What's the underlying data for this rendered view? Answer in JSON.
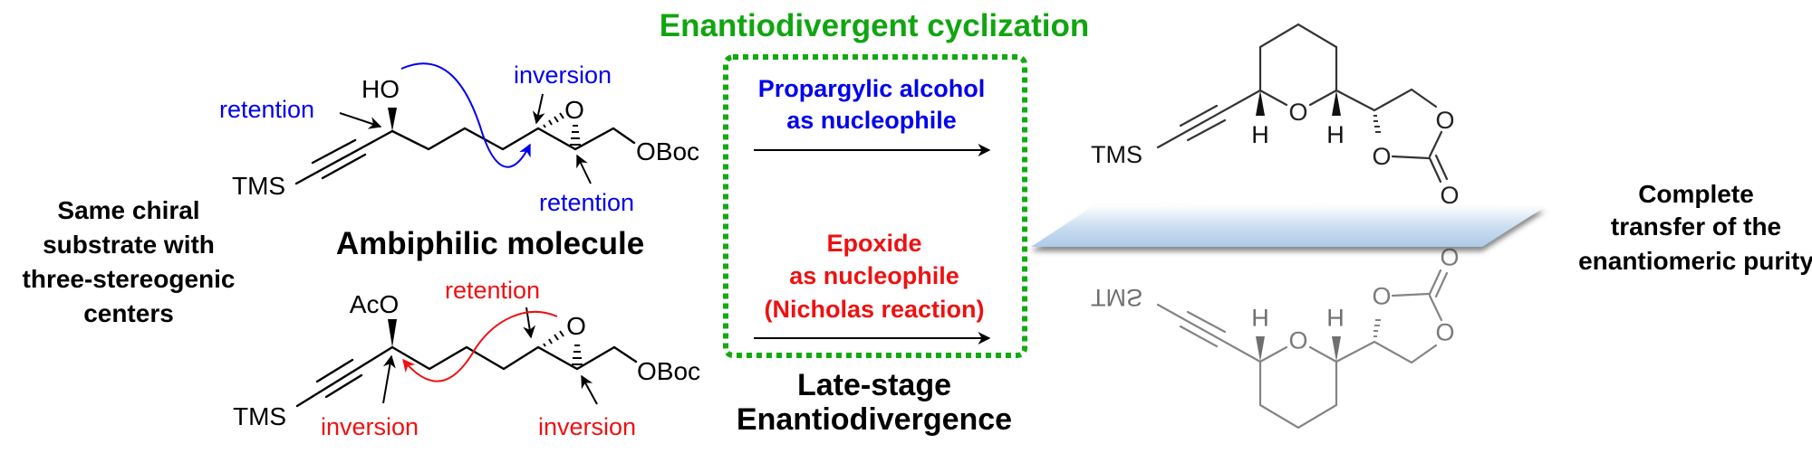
{
  "title": "Enantiodivergent cyclization",
  "colors": {
    "title_green": "#11a511",
    "blue": "#0000ee",
    "red": "#ee1111",
    "box_border": "#11aa11",
    "plane_blue": "#b3cfea",
    "reflection_gray": "#7a7a7a"
  },
  "left_caption": [
    "Same chiral",
    "substrate with",
    "three-stereogenic",
    "centers"
  ],
  "top_molecule": {
    "label": "Ambiphilic molecule",
    "atoms": {
      "hydroxyl": "HO",
      "epoxide_oxygen": "O",
      "ester": "OBoc",
      "silyl": "TMS"
    },
    "annotations": {
      "propargylic_center": "retention",
      "epoxide_proximal": "inversion",
      "epoxide_distal": "retention"
    }
  },
  "bottom_molecule": {
    "atoms": {
      "acetoxy": "AcO",
      "epoxide_oxygen": "O",
      "ester": "OBoc",
      "silyl": "TMS"
    },
    "annotations": {
      "propargylic_center": "inversion",
      "epoxide_proximal": "retention",
      "epoxide_distal": "inversion"
    }
  },
  "box": {
    "upper_condition": [
      "Propargylic alcohol",
      "as nucleophile"
    ],
    "lower_condition": [
      "Epoxide",
      "as nucleophile",
      "(Nicholas reaction)"
    ]
  },
  "box_caption": [
    "Late-stage",
    "Enantiodivergence"
  ],
  "product": {
    "atoms": {
      "silyl": "TMS",
      "ring_oxygen": "O",
      "h_left": "H",
      "h_right": "H",
      "carbonate_o1": "O",
      "carbonate_o2": "O",
      "carbonyl_o": "O"
    }
  },
  "right_caption": [
    "Complete",
    "transfer of the",
    "enantiomeric purity"
  ]
}
